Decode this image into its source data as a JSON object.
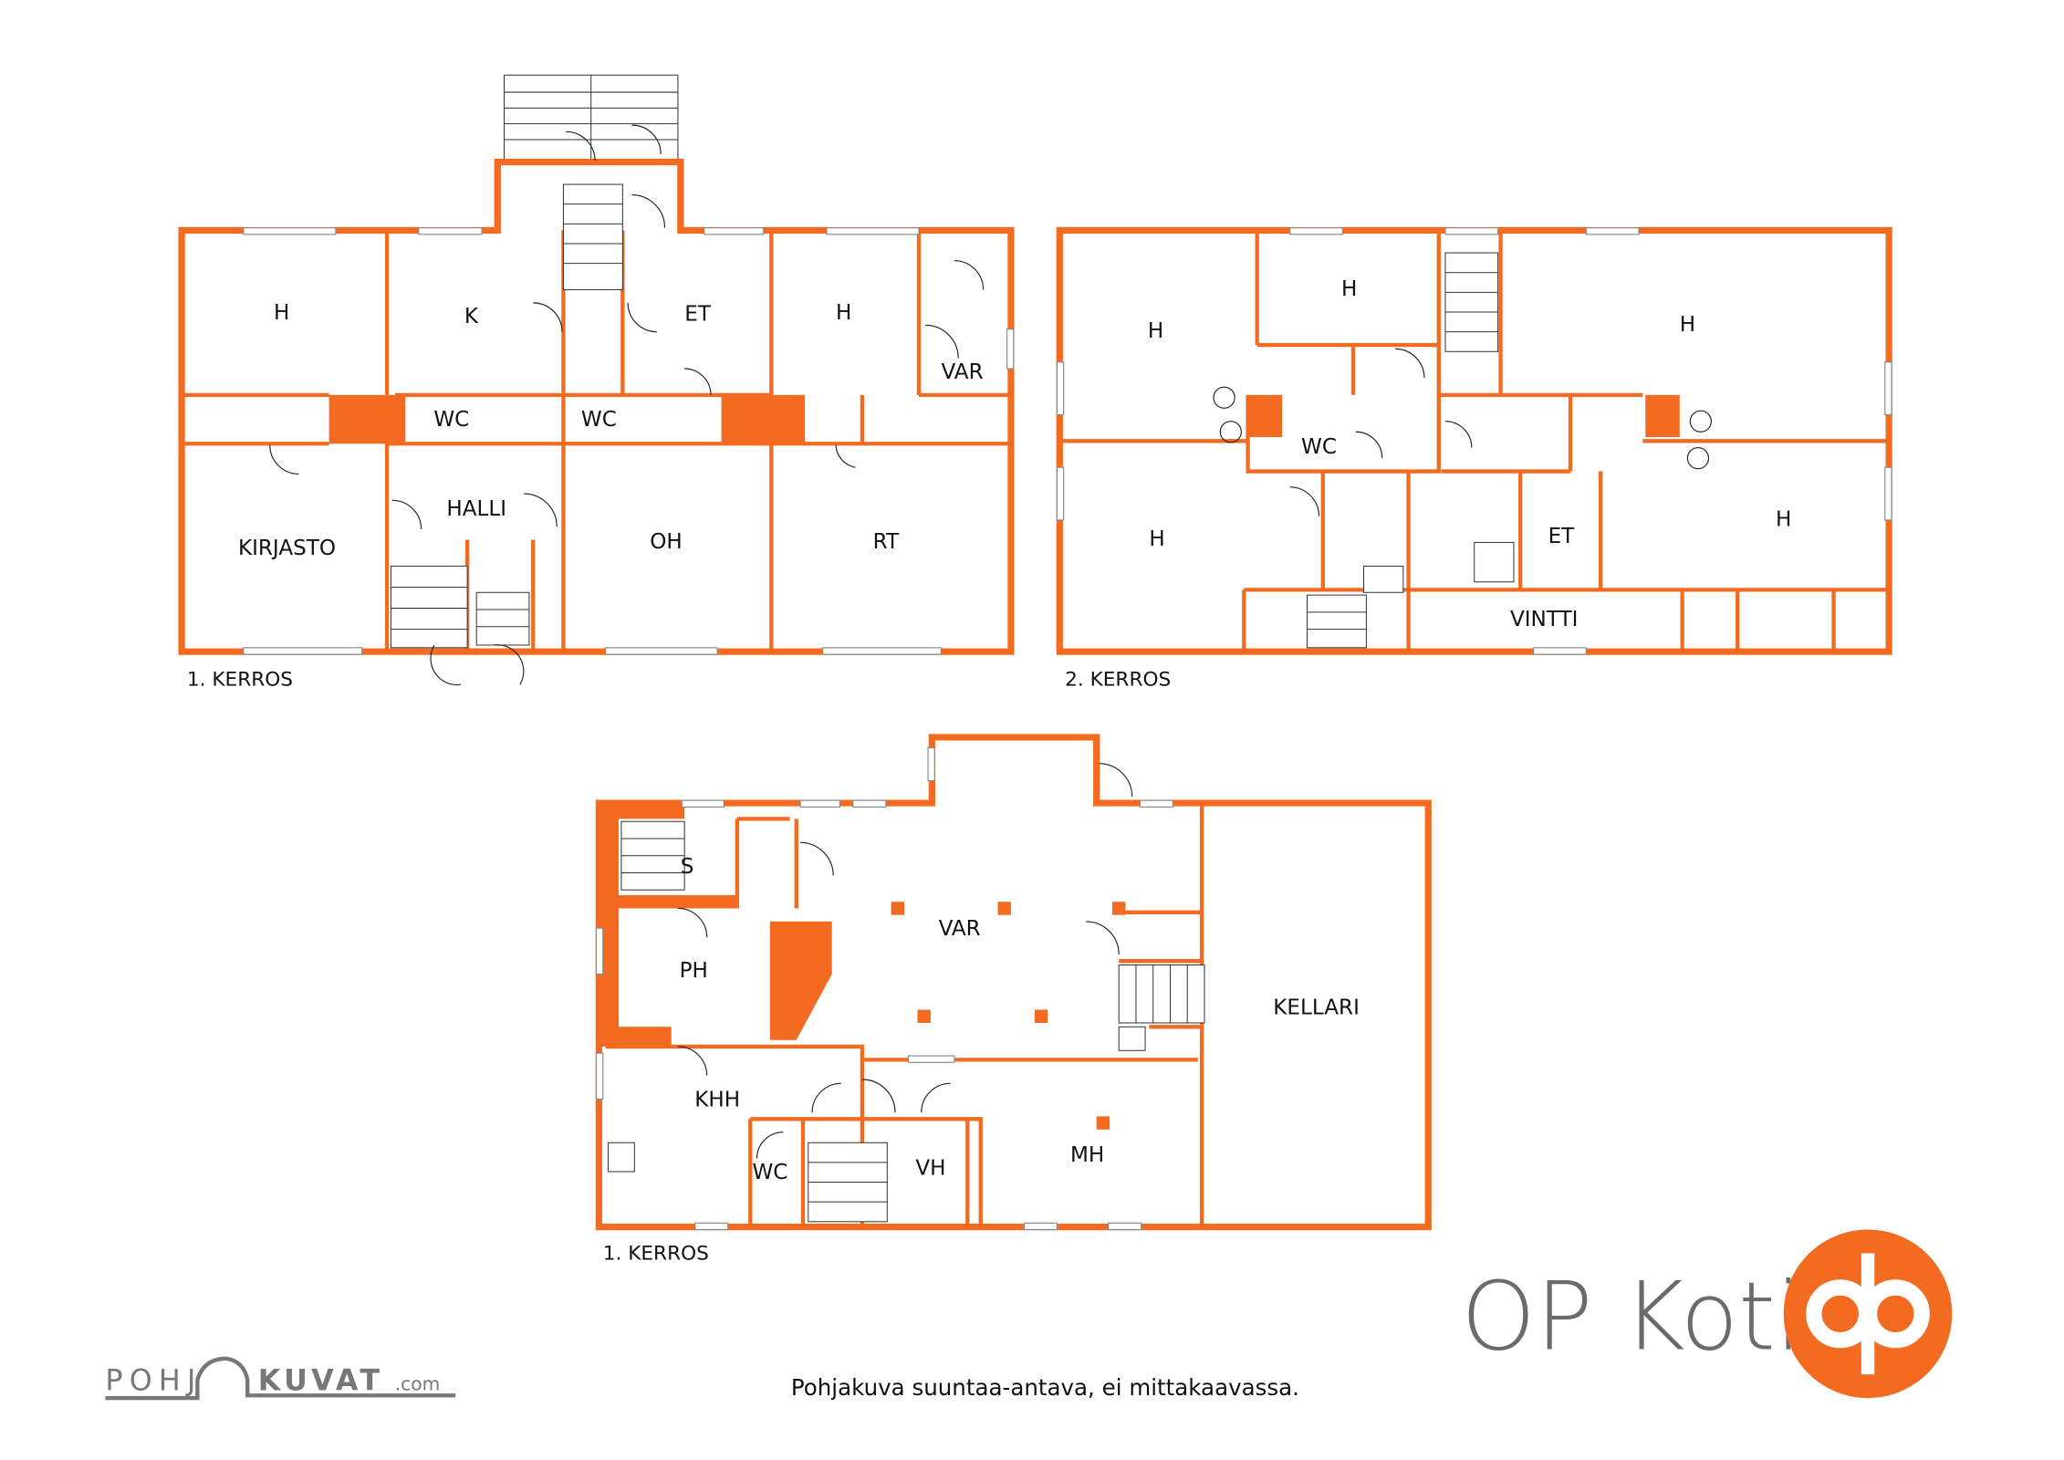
{
  "plans": [
    {
      "label": "1. KERROS",
      "rooms": [
        "H",
        "K",
        "ET",
        "H",
        "VAR",
        "WC",
        "WC",
        "HALLI",
        "KIRJASTO",
        "OH",
        "RT"
      ]
    },
    {
      "label": "2. KERROS",
      "rooms": [
        "H",
        "H",
        "H",
        "WC",
        "H",
        "ET",
        "H",
        "VINTTI"
      ]
    },
    {
      "label": "1. KERROS",
      "rooms": [
        "S",
        "VAR",
        "PH",
        "KELLARI",
        "KHH",
        "WC",
        "VH",
        "MH"
      ]
    }
  ],
  "footer": {
    "note": "Pohjakuva suuntaa-antava, ei mittakaavassa.",
    "pohjakuvat_logo": "POHJAKUVAT.com",
    "brand": "OP Koti"
  },
  "colors": {
    "accent": "#F26B21",
    "brand_text": "#6b6b6b"
  }
}
